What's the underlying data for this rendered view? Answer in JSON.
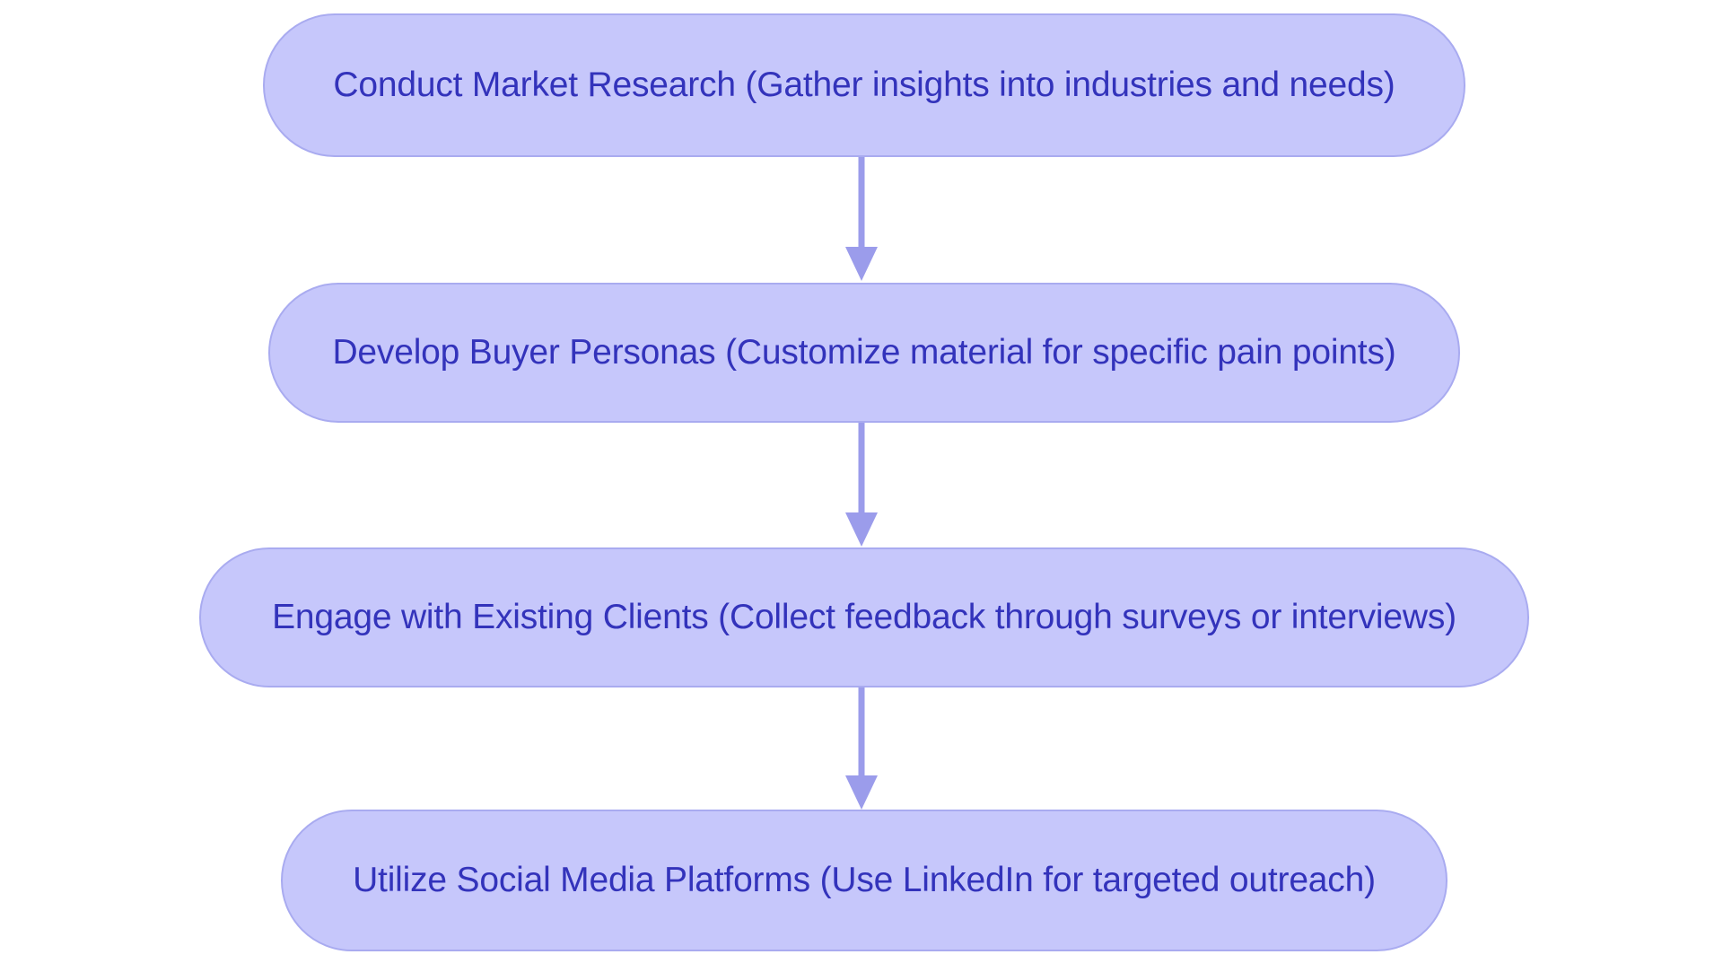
{
  "diagram": {
    "type": "flowchart",
    "orientation": "top-to-bottom",
    "background_color": "#ffffff",
    "node_fill_color": "#c6c7fb",
    "node_border_color": "#a9abf0",
    "node_text_color": "#3333bb",
    "connector_color": "#9b9ceb",
    "nodes": [
      {
        "id": "node-1",
        "label": "Conduct Market Research (Gather insights into industries and needs)",
        "step": "1"
      },
      {
        "id": "node-2",
        "label": "Develop Buyer Personas (Customize material for specific pain points)",
        "step": "2"
      },
      {
        "id": "node-3",
        "label": "Engage with Existing Clients (Collect feedback through surveys or interviews)",
        "step": "3"
      },
      {
        "id": "node-4",
        "label": "Utilize Social Media Platforms (Use LinkedIn for targeted outreach)",
        "step": "4"
      }
    ],
    "edges": [
      {
        "id": "edge-1-2",
        "from": "node-1",
        "to": "node-2",
        "label": ""
      },
      {
        "id": "edge-2-3",
        "from": "node-2",
        "to": "node-3",
        "label": ""
      },
      {
        "id": "edge-3-4",
        "from": "node-3",
        "to": "node-4",
        "label": ""
      }
    ]
  }
}
